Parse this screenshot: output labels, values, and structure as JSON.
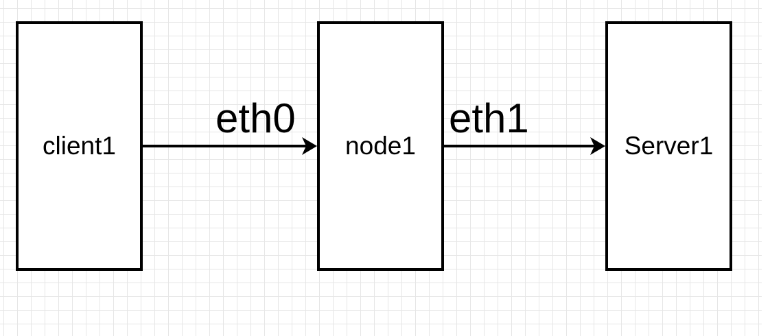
{
  "diagram": {
    "nodes": [
      {
        "id": "client1",
        "label": "client1"
      },
      {
        "id": "node1",
        "label": "node1"
      },
      {
        "id": "server1",
        "label": "Server1"
      }
    ],
    "edges": [
      {
        "from": "client1",
        "to": "node1",
        "label": "eth0"
      },
      {
        "from": "node1",
        "to": "server1",
        "label": "eth1"
      }
    ]
  }
}
